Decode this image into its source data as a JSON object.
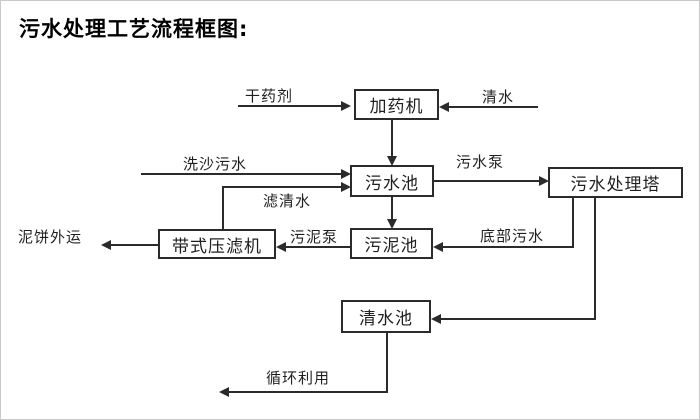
{
  "page_title": "污水处理工艺流程框图:",
  "diagram": {
    "nodes": {
      "dosing_machine": "加药机",
      "sewage_pool": "污水池",
      "treatment_tower": "污水处理塔",
      "sludge_pool": "污泥池",
      "belt_filter_press": "带式压滤机",
      "clean_water_pool": "清水池"
    },
    "edge_labels": {
      "dry_chemical": "干药剂",
      "clean_water": "清水",
      "sand_washing_sewage": "洗沙污水",
      "sewage_pump": "污水泵",
      "filtered_water": "滤清水",
      "sludge_pump": "污泥泵",
      "bottom_sewage": "底部污水",
      "mud_cake_out": "泥饼外运",
      "recycling": "循环利用"
    },
    "colors": {
      "ink": "#2b2b2b",
      "background": "#ffffff"
    }
  }
}
